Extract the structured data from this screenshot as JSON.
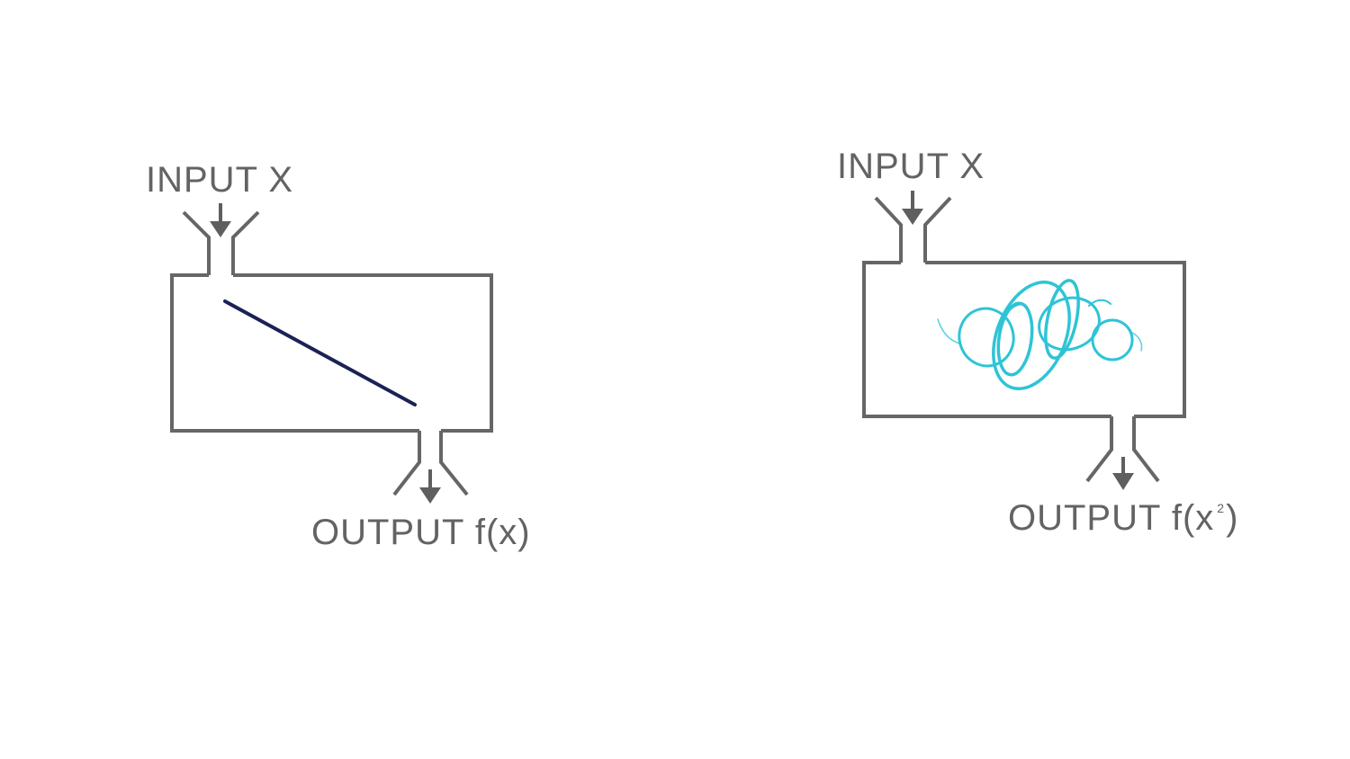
{
  "diagrams": [
    {
      "input_label": "INPUT X",
      "output_label": "OUTPUT f(x)",
      "inner_content": "straight-line"
    },
    {
      "input_label": "INPUT X",
      "output_prefix": "OUTPUT f(x",
      "output_superscript": "2",
      "output_suffix": ")",
      "inner_content": "tangled-scribble"
    }
  ],
  "colors": {
    "machine_outline": "#666666",
    "arrow": "#5f5f5f",
    "linear_line": "#1a2255",
    "scribble": "#2ec4d6",
    "label_text": "#636363"
  }
}
